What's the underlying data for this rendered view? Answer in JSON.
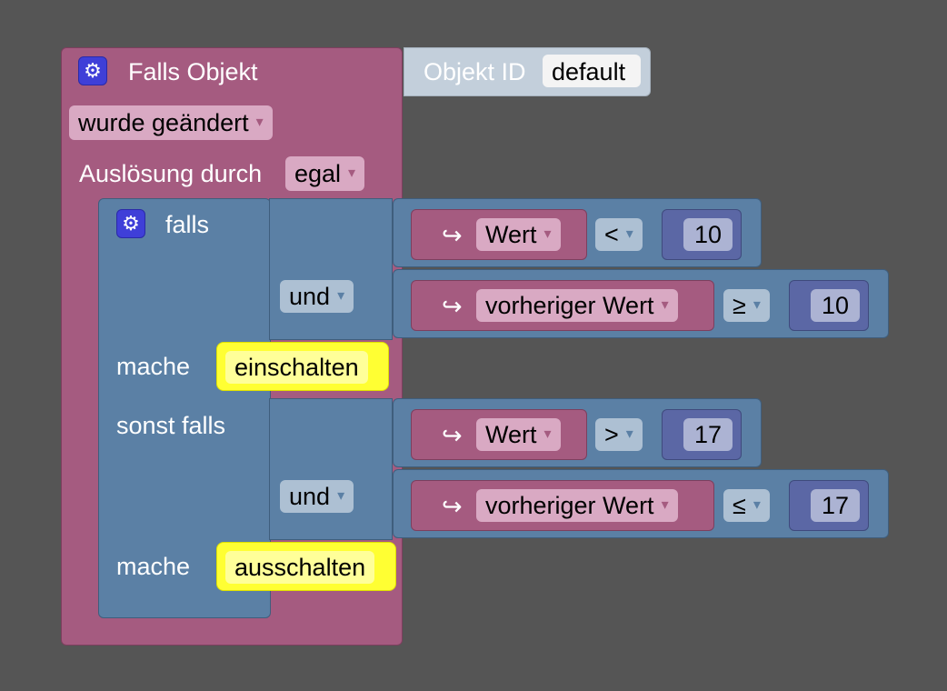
{
  "event": {
    "title": "Falls Objekt",
    "objid_label": "Objekt ID",
    "objid_value": "default",
    "changed_value": "wurde geändert",
    "trigger_label": "Auslösung durch",
    "trigger_value": "egal"
  },
  "ifblock": {
    "falls": "falls",
    "und": "und",
    "mache": "mache",
    "sonst_falls": "sonst falls",
    "arrow": "↪",
    "caret": "▾"
  },
  "conditions": [
    {
      "var": "Wert",
      "op": "<",
      "num": "10"
    },
    {
      "var": "vorheriger Wert",
      "op": "≥",
      "num": "10"
    },
    {
      "var": "Wert",
      "op": ">",
      "num": "17"
    },
    {
      "var": "vorheriger Wert",
      "op": "≤",
      "num": "17"
    }
  ],
  "actions": {
    "first": "einschalten",
    "second": "ausschalten"
  },
  "colors": {
    "event": "#a55b80",
    "control": "#5b80a5",
    "number": "#5b67a5",
    "string": "#ffff33",
    "gear": "#3f3fd8",
    "background": "#555555"
  }
}
